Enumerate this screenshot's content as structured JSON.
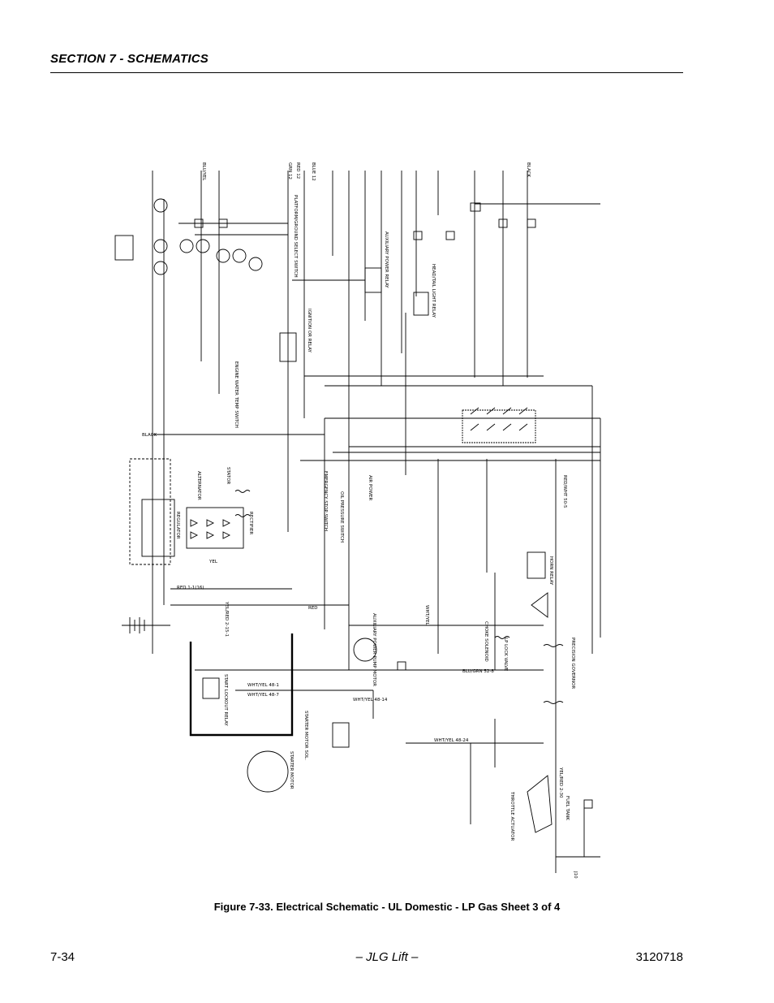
{
  "header": {
    "section_title": "SECTION 7 - SCHEMATICS"
  },
  "figure": {
    "caption": "Figure 7-33.  Electrical Schematic - UL Domestic - LP Gas Sheet 3 of 4",
    "labels": {
      "wire_yel_red_215_1": "YEL/RED 2-15-1",
      "wire_red_1_1": "RED 1-1(16)",
      "wire_wht_yel_48_1": "WHT/YEL 48-1",
      "wire_wht_yel_48_7": "WHT/YEL 48-7",
      "wire_wht_yel_48_14": "WHT/YEL 48-14",
      "wire_wht_yel_48_24": "WHT/YEL 48-24",
      "wire_blu_grn_52_8": "BLU/GRN 52-8",
      "wire_red_wht_50_5": "RED/WHT 50-5",
      "wire_black": "BLACK",
      "wire_red": "RED",
      "wire_yel": "YEL",
      "wire_wht_yel": "WHT/YEL",
      "wire_yel_red_2_30": "YEL/RED 2-30",
      "wire_blk": "BLACK",
      "wire_red_12": "RED 12",
      "wire_blue_12": "BLUE 12",
      "wire_grn_12": "GRN 12",
      "wire_blu_yel": "BLU/YEL",
      "comp_alternator": "ALTERNATOR",
      "comp_stator": "STATOR",
      "comp_regulator": "REGULATOR",
      "comp_rectifier": "RECTIFIER",
      "comp_starter_motor": "STARTER MOTOR",
      "comp_starter_sol": "STARTER MOTOR SOL.",
      "comp_start_lockout_relay": "START LOCKOUT RELAY",
      "comp_precision_governor": "PRECISION GOVERNOR",
      "comp_horn_relay": "HORN RELAY",
      "comp_aux_power_pump_motor": "AUXILIARY POWER PUMP MOTOR",
      "comp_platform_ground_switch": "PLATFORM/GROUND SELECT SWITCH",
      "comp_aux_power_relay": "AUXILIARY POWER RELAY",
      "comp_head_light_relay": "HEAD/TAIL LIGHT RELAY",
      "comp_lp_lock_valve": "LP LOCK VALVE",
      "comp_choke_solenoid": "CHOKE SOLENOID",
      "comp_throttle_actuator": "THROTTLE ACTUATOR",
      "comp_oil_pressure_switch": "OIL PRESSURE SWITCH",
      "comp_engine_water_temp": "ENGINE WATER TEMP SWITCH",
      "comp_ignition_relay": "IGNITION OR RELAY",
      "comp_emergency_stop": "EMERGENCY STOP SWITCH",
      "comp_fuel_tank": "FUEL TANK",
      "comp_j10": "J10",
      "comp_air_power": "AIR POWER"
    }
  },
  "footer": {
    "page_number": "7-34",
    "publisher": "– JLG Lift –",
    "doc_number": "3120718"
  }
}
